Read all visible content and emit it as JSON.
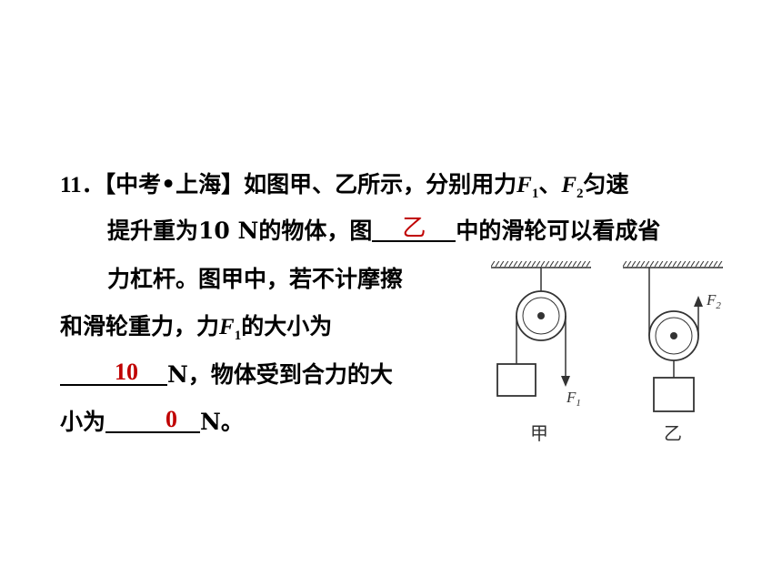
{
  "question": {
    "number": "11．",
    "source_tag": "【中考•上海】",
    "l1_text": "如图甲、乙所示，分别用力",
    "F1_letter": "F",
    "F1_sub": "1",
    "sep": "、",
    "F2_letter": "F",
    "F2_sub": "2",
    "l1_end": "匀速",
    "l2_text": "提升重为10 N的物体，图",
    "answer1": "乙",
    "l2_end": "中的滑轮可以看成省",
    "l3_text": "力杠杆。图甲中，若不计摩擦",
    "l4_text": "和滑轮重力，力",
    "l4_F_letter": "F",
    "l4_F_sub": "1",
    "l4_end": "的大小为",
    "answer2": "10",
    "l5_end": "N，物体受到合力的大",
    "l6_text": "小为",
    "answer3": "0",
    "l6_end": "N。"
  },
  "figure": {
    "jia_label": "甲",
    "yi_label": "乙",
    "F1_label": "F",
    "F1_sub": "1",
    "F2_label": "F",
    "F2_sub": "2"
  },
  "colors": {
    "answer": "#c00000",
    "text": "#000000"
  }
}
